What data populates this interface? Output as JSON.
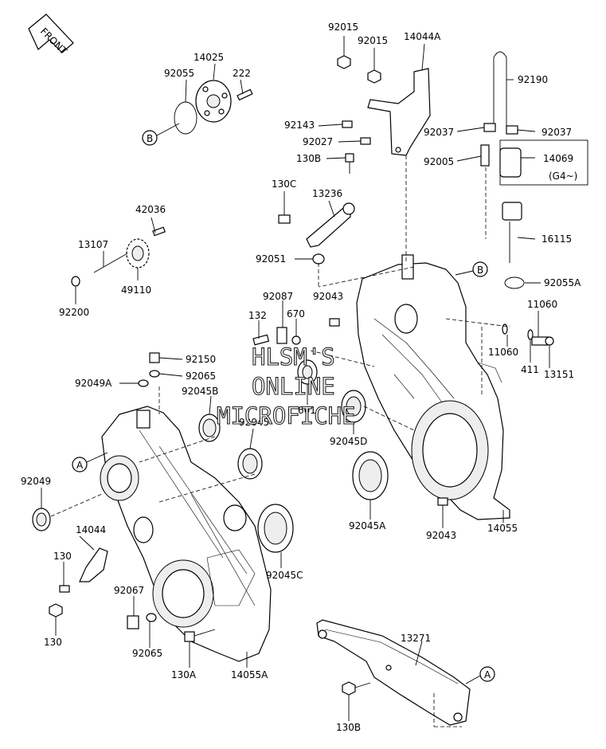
{
  "diagram": {
    "front_arrow_label": "FRONT",
    "watermark": [
      "HLSM'S",
      "ONLINE",
      "MICROFICHE"
    ],
    "callouts": [
      "A",
      "B"
    ],
    "labels": {
      "l92015a": "92015",
      "l92015b": "92015",
      "l14044A": "14044A",
      "l92190": "92190",
      "l14025": "14025",
      "l92055": "92055",
      "l222": "222",
      "l92143": "92143",
      "l92037a": "92037",
      "l92037b": "92037",
      "l92027": "92027",
      "l130B_top": "130B",
      "l14069": "14069",
      "l92005": "92005",
      "lG4": "(G4~)",
      "l130C": "130C",
      "l13236": "13236",
      "l42036": "42036",
      "l16115": "16115",
      "l13107": "13107",
      "l92051": "92051",
      "l92055A": "92055A",
      "l49110": "49110",
      "l92043a": "92043",
      "l92087": "92087",
      "l11060a": "11060",
      "l92200": "92200",
      "l132": "132",
      "l670": "670",
      "l11060b": "11060",
      "l92150": "92150",
      "l411": "411",
      "l13151": "13151",
      "l92049A": "92049A",
      "l92065a": "92065",
      "l92045B": "92045B",
      "l601": "601",
      "l92045": "92045",
      "l92045D": "92045D",
      "l92049": "92049",
      "l14044": "14044",
      "l92045A": "92045A",
      "l92043b": "92043",
      "l14055": "14055",
      "l130a": "130",
      "l92045C": "92045C",
      "l92067": "92067",
      "l130b": "130",
      "l92065b": "92065",
      "l130A": "130A",
      "l14055A": "14055A",
      "l13271": "13271",
      "l130B_bot": "130B"
    }
  }
}
